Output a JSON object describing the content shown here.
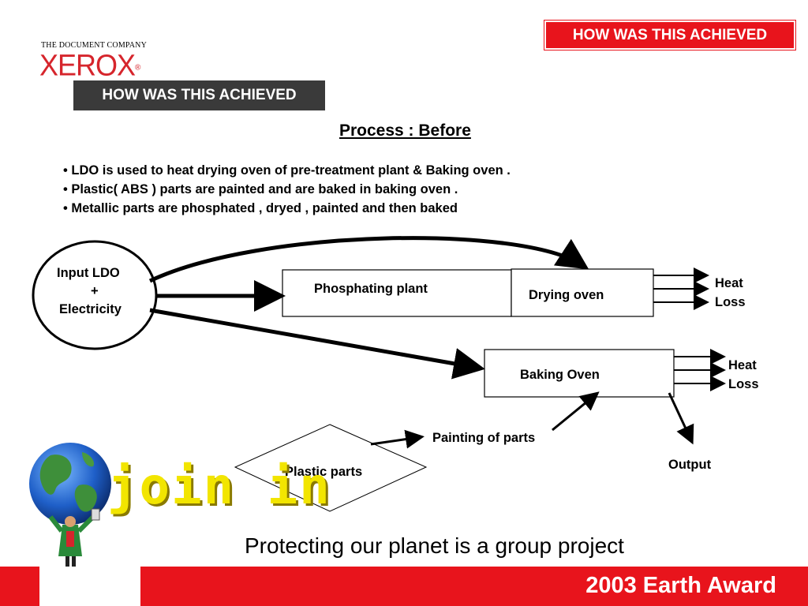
{
  "header": {
    "top_badge": "HOW WAS THIS ACHIEVED",
    "logo_small": "THE DOCUMENT COMPANY",
    "logo_main": "XEROX",
    "logo_mark": "®",
    "sub_badge": "HOW WAS THIS ACHIEVED"
  },
  "main": {
    "heading": "Process : Before",
    "bullets": [
      "LDO is used to heat drying oven of  pre-treatment plant & Baking oven .",
      "Plastic( ABS ) parts are painted and are baked in baking oven .",
      "Metallic parts are phosphated , dryed , painted and then baked"
    ]
  },
  "diagram": {
    "input": {
      "line1": "Input LDO",
      "line2": "+",
      "line3": "Electricity"
    },
    "phosphating": "Phosphating plant",
    "drying": "Drying oven",
    "heat_loss_1": {
      "line1": "Heat",
      "line2": "Loss"
    },
    "baking": "Baking Oven",
    "heat_loss_2": {
      "line1": "Heat",
      "line2": "Loss"
    },
    "painting": "Painting of parts",
    "plastic": "Plastic parts",
    "output": "Output"
  },
  "footer": {
    "join_in": "join in",
    "tagline": "Protecting our planet is a group project",
    "award": "2003 Earth Award"
  },
  "colors": {
    "accent_red": "#e8141c",
    "dark_badge": "#3a3a3a",
    "xerox_red": "#d6252c",
    "join_yellow": "#f2e500"
  }
}
